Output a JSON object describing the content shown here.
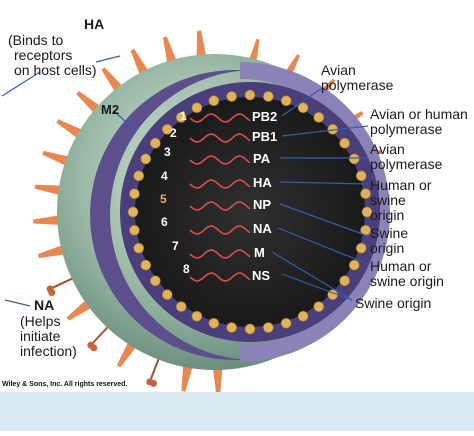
{
  "virus": {
    "surface_labels": {
      "ha": "HA",
      "ha_note_1": "(Binds to",
      "ha_note_2": "receptors",
      "ha_note_3": "on host cells)",
      "m2": "M2",
      "na": "NA",
      "na_note_1": "(Helps",
      "na_note_2": "initiate",
      "na_note_3": "infection)"
    },
    "segments": [
      {
        "number": "1",
        "gene": "PB2"
      },
      {
        "number": "2",
        "gene": "PB1"
      },
      {
        "number": "3",
        "gene": "PA"
      },
      {
        "number": "4",
        "gene": "HA"
      },
      {
        "number": "5",
        "gene": "NP"
      },
      {
        "number": "6",
        "gene": "NA"
      },
      {
        "number": "7",
        "gene": "M"
      },
      {
        "number": "8",
        "gene": "NS"
      }
    ],
    "origins": {
      "avian_polymerase_1": "Avian",
      "avian_polymerase_2": "polymerase",
      "avian_human_1": "Avian or human",
      "avian_human_2": "polymerase",
      "avian_polymerase_b_1": "Avian",
      "avian_polymerase_b_2": "polymerase",
      "human_swine_1": "Human or",
      "human_swine_2": "swine",
      "human_swine_3": "origin",
      "swine_1": "Swine",
      "swine_2": "origin",
      "human_swine_b_1": "Human or",
      "human_swine_b_2": "swine origin",
      "swine_origin": "Swine origin"
    }
  },
  "copyright": "Wiley & Sons, Inc. All rights reserved.",
  "colors": {
    "capsid_outer": "#8fb3a1",
    "capsid_ring": "#6a5a9a",
    "core": "#2a2a2a",
    "spike": "#e8874f",
    "rna": "#d94c4c",
    "bead": "#e0b35a",
    "line": "#2e5fa8"
  }
}
